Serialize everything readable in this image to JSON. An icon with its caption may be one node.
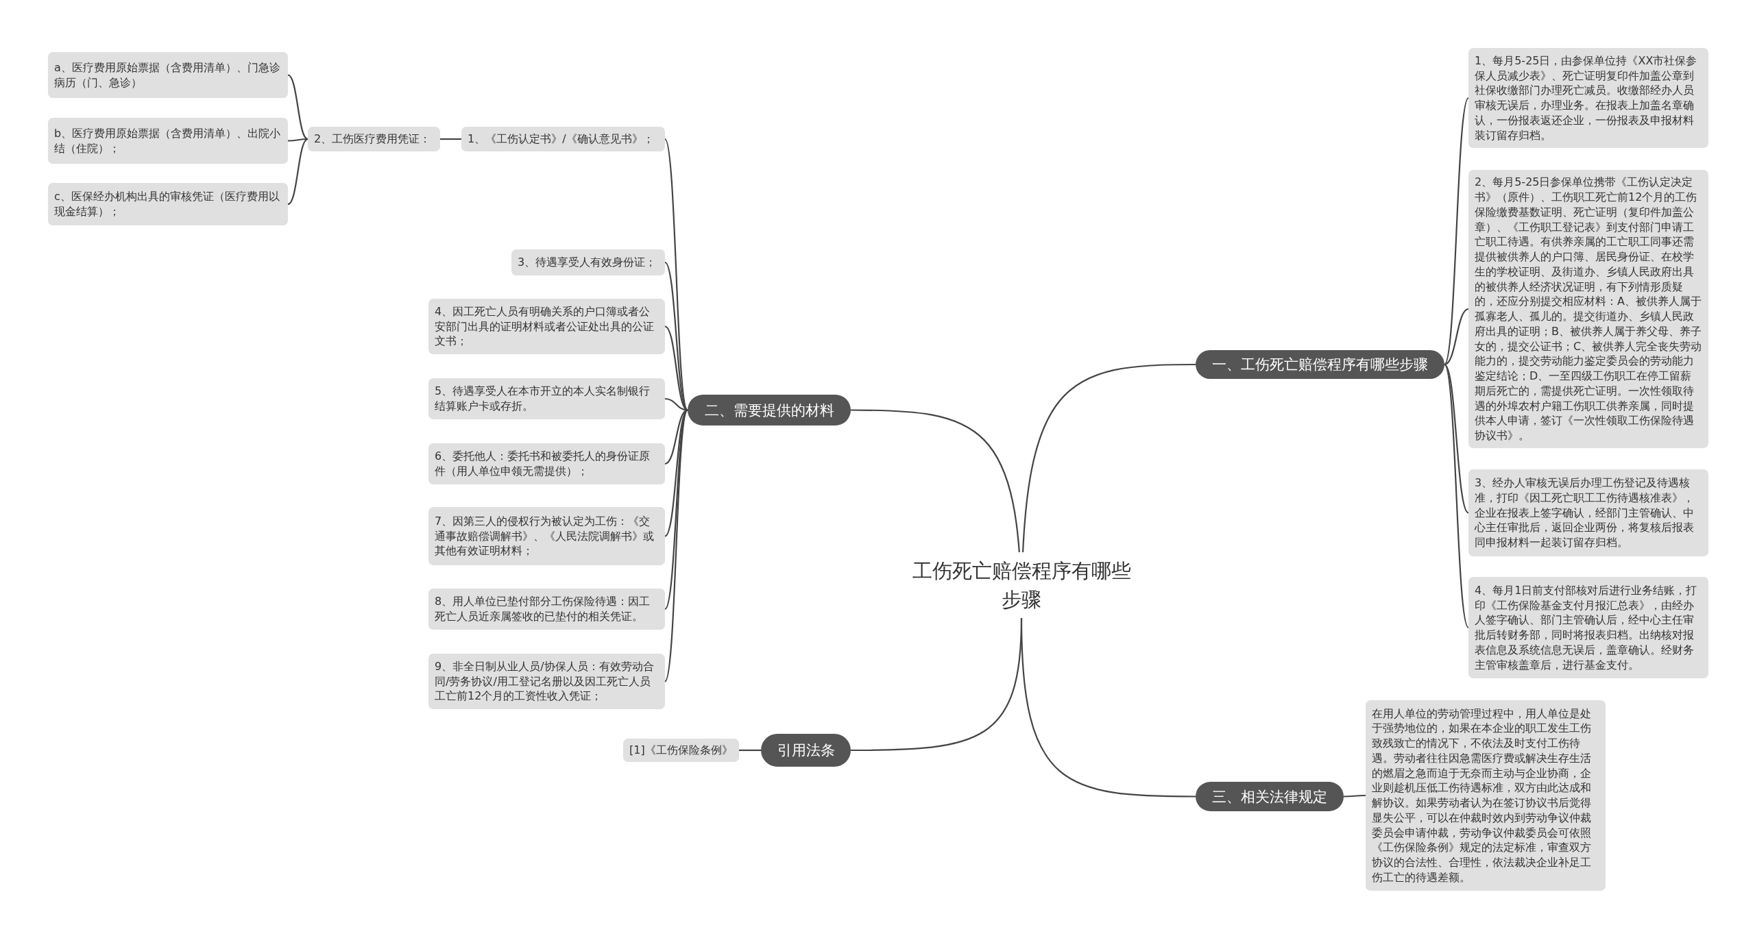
{
  "diagram": {
    "nodes": [
      {
        "text": [
          "工伤死亡赔偿程序有哪些步骤"
        ]
      },
      {
        "text": [
          "一、工伤死亡赔偿程序有哪些步骤"
        ]
      },
      {
        "text": [
          "1、每月5-25日，由参保单位持《XX市社保参保人员减少表》、死亡证明复印件加盖公章到社保收缴部门办理死亡减员。收缴部经办人员审核无误后，办理业务。在报表上加盖名章确认，一份报表返还企业，一份报表及申报材料装订留存归档。"
        ]
      },
      {
        "text": [
          "2、每月5-25日参保单位携带《工伤认定决定书》（原件）、工伤职工死亡前12个月的工伤保险缴费基数证明、死亡证明（复印件加盖公章）、《工伤职工登记表》到支付部门申请工亡职工待遇。有供养亲属的工亡职工同事还需提供被供养人的户口簿、居民身份证、在校学生的学校证明、及街道办、乡镇人民政府出具的被供养人经济状况证明，有下列情形质疑的，还应分别提交相应材料：A、被供养人属于孤寡老人、孤儿的。提交街道办、乡镇人民政府出具的证明；B、被供养人属于养父母、养子女的，提交公证书；C、被供养人完全丧失劳动能力的，提交劳动能力鉴定委员会的劳动能力鉴定结论；D、一至四级工伤职工在停工留薪期后死亡的，需提供死亡证明。一次性领取待遇的外埠农村户籍工伤职工供养亲属，同时提供本人申请，签订《一次性领取工伤保险待遇协议书》。"
        ]
      },
      {
        "text": [
          "3、经办人审核无误后办理工伤登记及待遇核准，打印《因工死亡职工工伤待遇核准表》，企业在报表上签字确认，经部门主管确认、中心主任审批后，返回企业两份，将复核后报表同申报材料一起装订留存归档。"
        ]
      },
      {
        "text": [
          "4、每月1日前支付部核对后进行业务结账，打印《工伤保险基金支付月报汇总表》，由经办人签字确认、部门主管确认后，经中心主任审批后转财务部，同时将报表归档。出纳核对报表信息及系统信息无误后，盖章确认。经财务主管审核盖章后，进行基金支付。"
        ]
      },
      {
        "text": [
          "三、相关法律规定"
        ]
      },
      {
        "text": [
          "在用人单位的劳动管理过程中，用人单位是处于强势地位的，如果在本企业的职工发生工伤致残致亡的情况下，不依法及时支付工伤待遇。劳动者往往因急需医疗费或解决生存生活的燃眉之急而迫于无奈而主动与企业协商，企业则趁机压低工伤待遇标准，双方由此达成和解协议。如果劳动者认为在签订协议书后觉得显失公平，可以在仲裁时效内到劳动争议仲裁委员会申请仲裁，劳动争议仲裁委员会可依照《工伤保险条例》规定的法定标准，审查双方协议的合法性、合理性，依法裁决企业补足工伤工亡的待遇差额。"
        ]
      },
      {
        "text": [
          "二、需要提供的材料"
        ]
      },
      {
        "text": [
          "1、《工伤认定书》/《确认意见书》；"
        ]
      },
      {
        "text": [
          "2、工伤医疗费用凭证："
        ]
      },
      {
        "text": [
          "a、医疗费用原始票据（含费用清单）、门急诊病历（门、急诊）"
        ]
      },
      {
        "text": [
          "b、医疗费用原始票据（含费用清单）、出院小结（住院）；"
        ]
      },
      {
        "text": [
          "c、医保经办机构出具的审核凭证（医疗费用以现金结算）；"
        ]
      },
      {
        "text": [
          "3、待遇享受人有效身份证；"
        ]
      },
      {
        "text": [
          "4、因工死亡人员有明确关系的户口簿或者公安部门出具的证明材料或者公证处出具的公证文书；"
        ]
      },
      {
        "text": [
          "5、待遇享受人在本市开立的本人实名制银行结算账户卡或存折。"
        ]
      },
      {
        "text": [
          "6、委托他人：委托书和被委托人的身份证原件（用人单位申领无需提供）；"
        ]
      },
      {
        "text": [
          "7、因第三人的侵权行为被认定为工伤：《交通事故赔偿调解书》、《人民法院调解书》或其他有效证明材料；"
        ]
      },
      {
        "text": [
          "8、用人单位已垫付部分工伤保险待遇：因工死亡人员近亲属签收的已垫付的相关凭证。"
        ]
      },
      {
        "text": [
          "9、非全日制从业人员/协保人员：有效劳动合同/劳务协议/用工登记名册以及因工死亡人员工亡前12个月的工资性收入凭证；"
        ]
      },
      {
        "text": [
          "引用法条"
        ]
      },
      {
        "text": [
          "[1]《工伤保险条例》"
        ]
      }
    ],
    "edges": [
      {
        "from": 0,
        "to": 1,
        "arrow": "none"
      },
      {
        "from": 1,
        "to": 2,
        "arrow": "none"
      },
      {
        "from": 1,
        "to": 3,
        "arrow": "none"
      },
      {
        "from": 1,
        "to": 4,
        "arrow": "none"
      },
      {
        "from": 1,
        "to": 5,
        "arrow": "none"
      },
      {
        "from": 0,
        "to": 6,
        "arrow": "none"
      },
      {
        "from": 6,
        "to": 7,
        "arrow": "none"
      },
      {
        "from": 0,
        "to": 8,
        "arrow": "none"
      },
      {
        "from": 8,
        "to": 9,
        "arrow": "none"
      },
      {
        "from": 9,
        "to": 10,
        "arrow": "none"
      },
      {
        "from": 10,
        "to": 11,
        "arrow": "none"
      },
      {
        "from": 10,
        "to": 12,
        "arrow": "none"
      },
      {
        "from": 10,
        "to": 13,
        "arrow": "none"
      },
      {
        "from": 8,
        "to": 14,
        "arrow": "none"
      },
      {
        "from": 8,
        "to": 15,
        "arrow": "none"
      },
      {
        "from": 8,
        "to": 16,
        "arrow": "none"
      },
      {
        "from": 8,
        "to": 17,
        "arrow": "none"
      },
      {
        "from": 8,
        "to": 18,
        "arrow": "none"
      },
      {
        "from": 8,
        "to": 19,
        "arrow": "none"
      },
      {
        "from": 8,
        "to": 20,
        "arrow": "none"
      },
      {
        "from": 0,
        "to": 21,
        "arrow": "none"
      },
      {
        "from": 21,
        "to": 22,
        "arrow": "none"
      }
    ]
  }
}
